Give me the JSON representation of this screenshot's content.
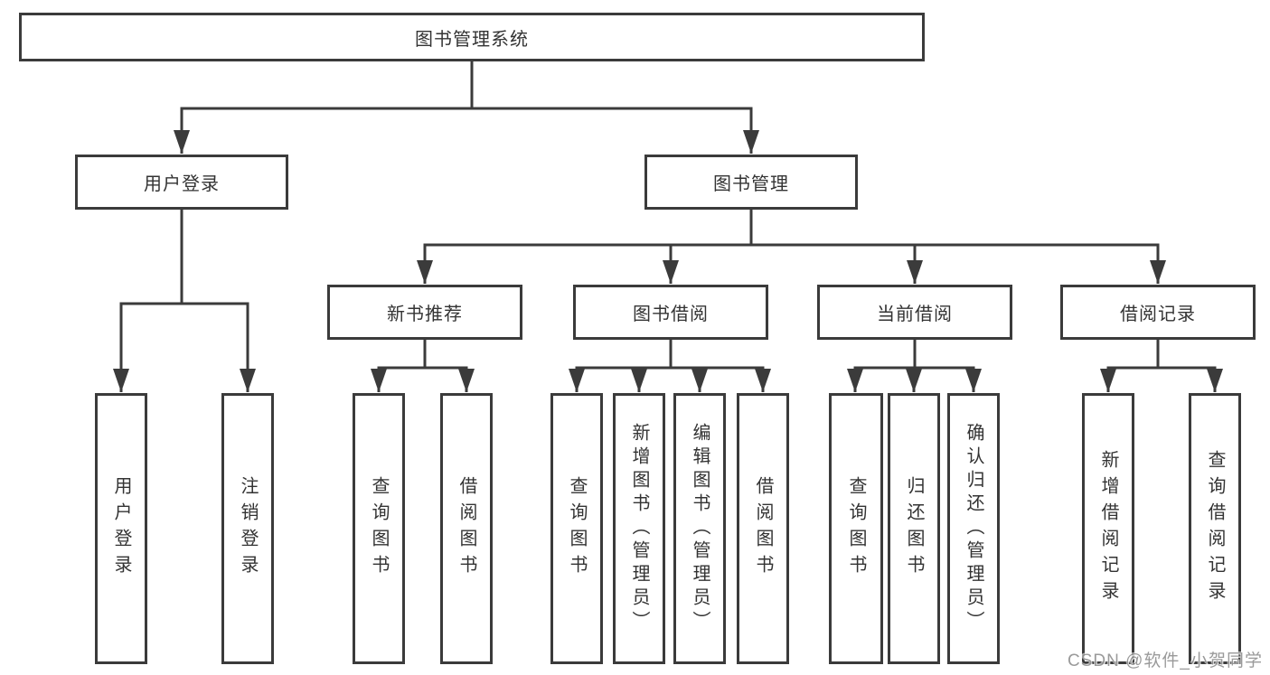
{
  "diagram": {
    "root": {
      "label": "图书管理系统"
    },
    "level2": [
      {
        "label": "用户登录"
      },
      {
        "label": "图书管理"
      }
    ],
    "level3": [
      {
        "label": "新书推荐"
      },
      {
        "label": "图书借阅"
      },
      {
        "label": "当前借阅"
      },
      {
        "label": "借阅记录"
      }
    ],
    "leaves": {
      "user_login": [
        "用户登录",
        "注销登录"
      ],
      "new_books": [
        "查询图书",
        "借阅图书"
      ],
      "book_borrow": [
        "查询图书",
        "新增图书（管理员）",
        "编辑图书（管理员）",
        "借阅图书"
      ],
      "current_borrow": [
        "查询图书",
        "归还图书",
        "确认归还（管理员）"
      ],
      "borrow_records": [
        "新增借阅记录",
        "查询借阅记录"
      ]
    }
  },
  "watermark": "CSDN @软件_小贺同学",
  "colors": {
    "line": "#3b3b3b",
    "text": "#333333",
    "background": "#ffffff",
    "watermark": "#919191"
  }
}
